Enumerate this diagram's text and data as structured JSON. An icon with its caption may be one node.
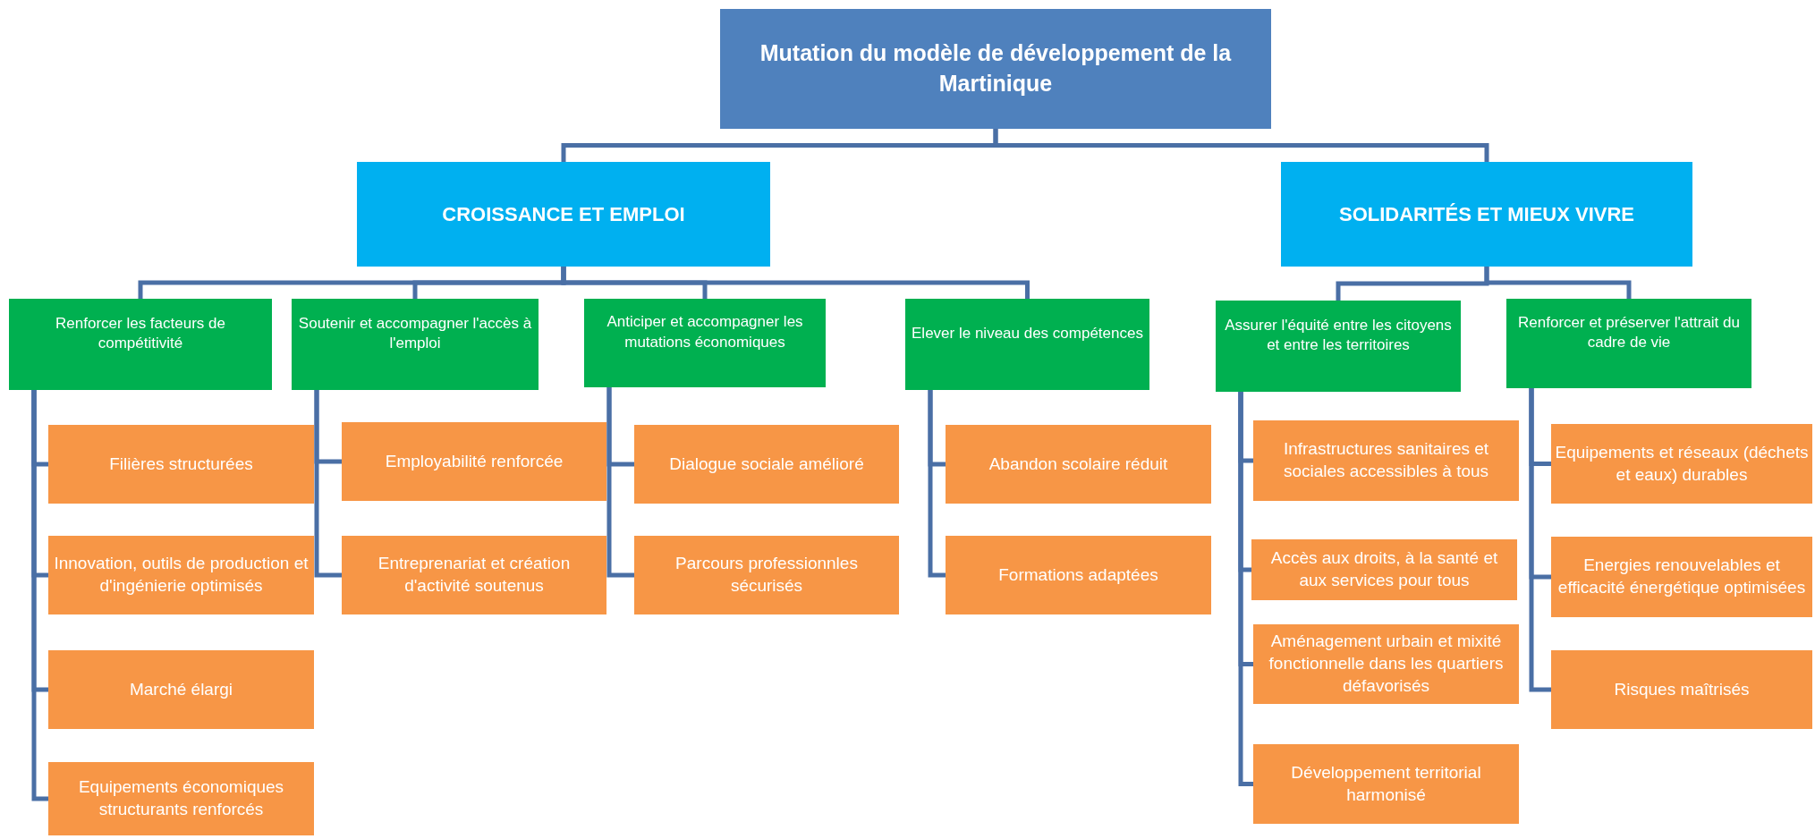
{
  "diagram": {
    "nodes": [
      {
        "text": [
          "Mutation du modèle de développement de la Martinique"
        ]
      },
      {
        "text": [
          "CROISSANCE ET EMPLOI"
        ]
      },
      {
        "text": [
          "SOLIDARITÉS ET MIEUX VIVRE"
        ]
      },
      {
        "text": [
          "Renforcer les facteurs de compétitivité"
        ]
      },
      {
        "text": [
          "Soutenir et accompagner l'accès à l'emploi"
        ]
      },
      {
        "text": [
          "Anticiper et accompagner les mutations économiques"
        ]
      },
      {
        "text": [
          "Elever le niveau des compétences"
        ]
      },
      {
        "text": [
          "Assurer l'équité entre les citoyens et entre les territoires"
        ]
      },
      {
        "text": [
          "Renforcer et préserver l'attrait du cadre de vie"
        ]
      },
      {
        "text": [
          "Filières  structurées"
        ]
      },
      {
        "text": [
          "Innovation, outils de production et d'ingénierie optimisés"
        ]
      },
      {
        "text": [
          "Marché élargi"
        ]
      },
      {
        "text": [
          "Equipements économiques structurants renforcés"
        ]
      },
      {
        "text": [
          "Employabilité renforcée"
        ]
      },
      {
        "text": [
          "Entreprenariat et création d'activité soutenus"
        ]
      },
      {
        "text": [
          "Dialogue sociale amélioré"
        ]
      },
      {
        "text": [
          "Parcours professionnles sécurisés"
        ]
      },
      {
        "text": [
          "Abandon scolaire réduit"
        ]
      },
      {
        "text": [
          "Formations adaptées"
        ]
      },
      {
        "text": [
          "Infrastructures sanitaires et sociales accessibles à tous"
        ]
      },
      {
        "text": [
          "Accès aux droits, à la santé et aux services pour tous"
        ]
      },
      {
        "text": [
          "Aménagement urbain et mixité fonctionnelle dans les quartiers défavorisés"
        ]
      },
      {
        "text": [
          "Développement territorial harmonisé"
        ]
      },
      {
        "text": [
          "Equipements et réseaux (déchets et eaux) durables"
        ]
      },
      {
        "text": [
          "Energies renouvelables et efficacité énergétique optimisées"
        ]
      },
      {
        "text": [
          "Risques maîtrisés"
        ]
      }
    ],
    "edges": [
      {
        "from": 0,
        "to": 1,
        "arrow": "none"
      },
      {
        "from": 0,
        "to": 2,
        "arrow": "none"
      },
      {
        "from": 1,
        "to": 3,
        "arrow": "none"
      },
      {
        "from": 1,
        "to": 4,
        "arrow": "none"
      },
      {
        "from": 1,
        "to": 5,
        "arrow": "none"
      },
      {
        "from": 1,
        "to": 6,
        "arrow": "none"
      },
      {
        "from": 2,
        "to": 7,
        "arrow": "none"
      },
      {
        "from": 2,
        "to": 8,
        "arrow": "none"
      },
      {
        "from": 3,
        "to": 9,
        "arrow": "none"
      },
      {
        "from": 3,
        "to": 10,
        "arrow": "none"
      },
      {
        "from": 3,
        "to": 11,
        "arrow": "none"
      },
      {
        "from": 3,
        "to": 12,
        "arrow": "none"
      },
      {
        "from": 4,
        "to": 13,
        "arrow": "none"
      },
      {
        "from": 4,
        "to": 14,
        "arrow": "none"
      },
      {
        "from": 5,
        "to": 15,
        "arrow": "none"
      },
      {
        "from": 5,
        "to": 16,
        "arrow": "none"
      },
      {
        "from": 6,
        "to": 17,
        "arrow": "none"
      },
      {
        "from": 6,
        "to": 18,
        "arrow": "none"
      },
      {
        "from": 7,
        "to": 19,
        "arrow": "none"
      },
      {
        "from": 7,
        "to": 20,
        "arrow": "none"
      },
      {
        "from": 7,
        "to": 21,
        "arrow": "none"
      },
      {
        "from": 7,
        "to": 22,
        "arrow": "none"
      },
      {
        "from": 8,
        "to": 23,
        "arrow": "none"
      },
      {
        "from": 8,
        "to": 24,
        "arrow": "none"
      },
      {
        "from": 8,
        "to": 25,
        "arrow": "none"
      }
    ]
  }
}
